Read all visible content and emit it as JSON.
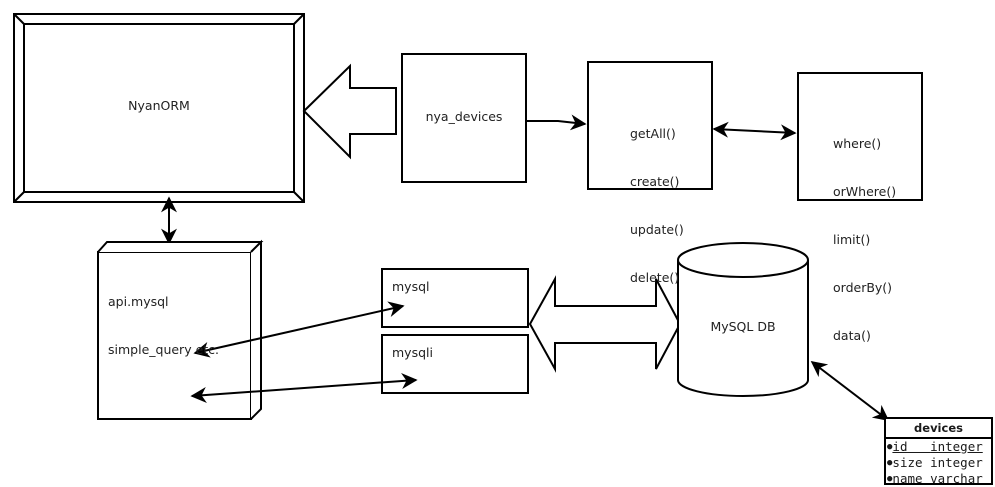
{
  "nodes": {
    "nyanorm": {
      "label": "NyanORM"
    },
    "nya_devices": {
      "label": "nya_devices"
    },
    "crud": {
      "lines": [
        "getAll()",
        "create()",
        "update()",
        "delete()"
      ]
    },
    "query_builder": {
      "lines": [
        "where()",
        "orWhere()",
        "limit()",
        "orderBy()",
        "data()"
      ]
    },
    "api_mysql": {
      "lines": [
        "api.mysql",
        "simple_query etc."
      ]
    },
    "mysql": {
      "label": "mysql"
    },
    "mysqli": {
      "label": "mysqli"
    },
    "mysql_db": {
      "label": "MySQL DB"
    }
  },
  "erd": {
    "table": "devices",
    "columns": [
      {
        "name": "id",
        "type": "integer",
        "primary_key": true
      },
      {
        "name": "size",
        "type": "integer",
        "primary_key": false
      },
      {
        "name": "name",
        "type": "varchar",
        "primary_key": false
      }
    ]
  },
  "edges": [
    {
      "from": "nya_devices",
      "to": "nyanorm",
      "style": "block-arrow"
    },
    {
      "from": "nya_devices",
      "to": "crud",
      "style": "arrow"
    },
    {
      "from": "crud",
      "to": "query_builder",
      "style": "bidirectional"
    },
    {
      "from": "nyanorm",
      "to": "api_mysql",
      "style": "bidirectional"
    },
    {
      "from": "api_mysql",
      "to": "mysql",
      "style": "bidirectional"
    },
    {
      "from": "api_mysql",
      "to": "mysqli",
      "style": "bidirectional"
    },
    {
      "from": "mysql",
      "to": "mysql_db",
      "style": "double-block-arrow"
    },
    {
      "from": "mysql_db",
      "to": "devices",
      "style": "bidirectional"
    }
  ]
}
